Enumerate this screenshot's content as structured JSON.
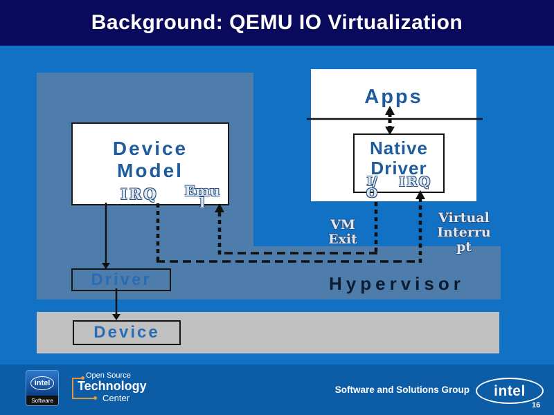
{
  "slide": {
    "title": "Background: QEMU IO Virtualization",
    "page_number": "16"
  },
  "diagram": {
    "device_model_label": "Device Model",
    "dm_irq_label": "IRQ",
    "dm_emul_label": "Emul",
    "apps_label": "Apps",
    "native_driver_label": "Native Driver",
    "nd_io_label": "I/O",
    "nd_irq_label": "IRQ",
    "vm_exit_label": "VM Exit",
    "virtual_interrupt_label": "Virtual Interrupt",
    "hypervisor_label": "Hypervisor",
    "driver_label": "Driver",
    "device_label": "Device"
  },
  "footer": {
    "intel_badge": {
      "brand": "intel",
      "division": "Software"
    },
    "ostc": {
      "line1": "Open Source",
      "line2": "Technology",
      "line3": "Center"
    },
    "group_label": "Software and Solutions Group",
    "intel_logo": {
      "brand": "intel"
    }
  },
  "colors": {
    "title_bar_navy": "#0a0a5c",
    "background_blue": "#1171c4",
    "footer_blue": "#0d5ca6",
    "panel_steel_blue": "#4f7dab",
    "device_bar_gray": "#c0c0c0",
    "box_text_blue": "#1e5c9e",
    "driver_text_blue": "#2a6cb4",
    "outline_label_blue": "#29507f",
    "hypervisor_text": "#0c1b2f",
    "arrow_black": "#111111",
    "ostc_orange": "#e0973f"
  }
}
